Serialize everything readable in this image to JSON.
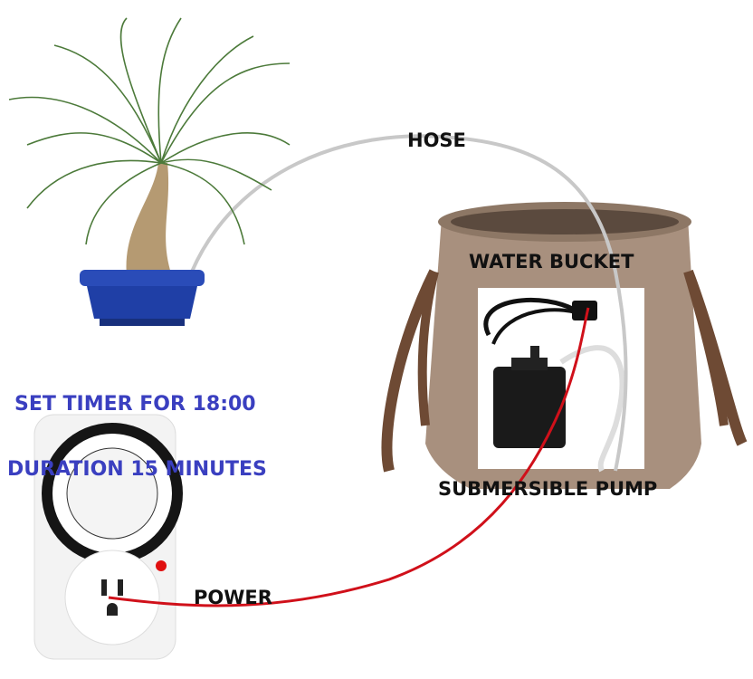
{
  "labels": {
    "hose": "HOSE",
    "water_bucket": "WATER BUCKET",
    "submersible_pump": "SUBMERSIBLE PUMP",
    "power": "POWER",
    "timer_setting": "SET TIMER FOR 18:00",
    "duration": "DURATION 15 MINUTES"
  },
  "colors": {
    "label_blue": "#3a3fc0",
    "power_cable": "#d0101a",
    "hose": "#c8c8c8",
    "bucket": "#a8907e",
    "strap": "#6e4a34",
    "pot": "#1f3fa6"
  },
  "icons": [
    "ponytail-palm-plant",
    "blue-bonsai-pot",
    "water-bucket",
    "submersible-pump",
    "mechanical-timer-outlet",
    "hose-line",
    "power-cable"
  ]
}
